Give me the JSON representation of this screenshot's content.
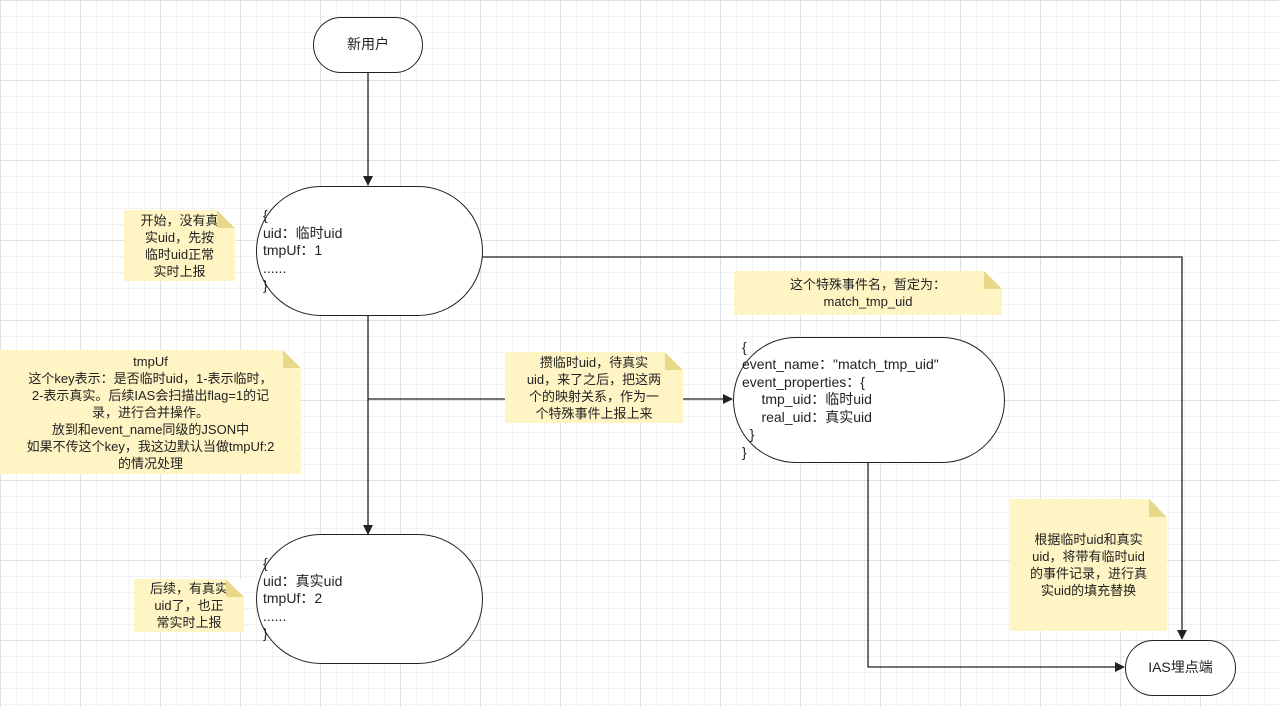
{
  "nodes": {
    "new_user": "新用户",
    "temp_event": "{\nuid：临时uid\ntmpUf：1\n......\n}",
    "real_event": "{\nuid：真实uid\ntmpUf：2\n......\n}",
    "match_event": "{\nevent_name：\"match_tmp_uid\"\nevent_properties：{\n     tmp_uid：临时uid\n     real_uid：真实uid\n  }\n}",
    "ias": "IAS埋点端"
  },
  "notes": {
    "start": "开始，没有真\n实uid，先按\n临时uid正常\n实时上报",
    "tmpuf": "tmpUf\n这个key表示：是否临时uid，1-表示临时，\n2-表示真实。后续IAS会扫描出flag=1的记\n录，进行合并操作。\n放到和event_name同级的JSON中\n如果不传这个key，我这边默认当做tmpUf:2\n的情况处理",
    "later": "后续，有真实\nuid了，也正\n常实时上报",
    "mapping": "攒临时uid，待真实\nuid，来了之后，把这两\n个的映射关系，作为一\n个特殊事件上报上来",
    "event_name": "这个特殊事件名，暂定为：\nmatch_tmp_uid",
    "replace": "根据临时uid和真实\nuid，将带有临时uid\n的事件记录，进行真\n实uid的填充替换"
  },
  "colors": {
    "note_fill": "#fff4c3",
    "stroke": "#222222",
    "grid": "#e0e0e0"
  }
}
